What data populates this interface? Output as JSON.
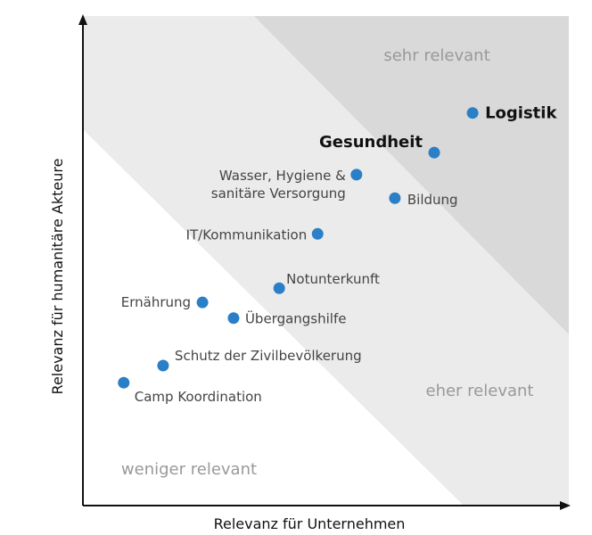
{
  "chart_data": {
    "type": "scatter",
    "title": "",
    "xlabel": "Relevanz für Unternehmen",
    "ylabel": "Relevanz für humanitäre Akteure",
    "xlim": [
      0,
      100
    ],
    "ylim": [
      0,
      100
    ],
    "grid": false,
    "point_color": "#2a7fc6",
    "zones": [
      {
        "label": "weniger relevant",
        "color": "#ffffff"
      },
      {
        "label": "eher relevant",
        "color": "#ebebeb"
      },
      {
        "label": "sehr relevant",
        "color": "#d9d9d9"
      }
    ],
    "points": [
      {
        "label": "Logistik",
        "x": 80.2,
        "y": 80.2,
        "bold": true
      },
      {
        "label": "Gesundheit",
        "x": 72.3,
        "y": 72.1,
        "bold": true
      },
      {
        "label": "Wasser, Hygiene &",
        "label2": "sanitäre Versorgung",
        "x": 56.3,
        "y": 67.6,
        "bold": false
      },
      {
        "label": "Bildung",
        "x": 64.2,
        "y": 62.8,
        "bold": false
      },
      {
        "label": "IT/Kommunikation",
        "x": 48.3,
        "y": 55.5,
        "bold": false
      },
      {
        "label": "Notunterkunft",
        "x": 40.4,
        "y": 44.4,
        "bold": false
      },
      {
        "label": "Ernährung",
        "x": 24.6,
        "y": 41.5,
        "bold": false
      },
      {
        "label": "Übergangshilfe",
        "x": 31.0,
        "y": 38.3,
        "bold": false
      },
      {
        "label": "Schutz der Zivilbevölkerung",
        "x": 16.5,
        "y": 28.6,
        "bold": false
      },
      {
        "label": "Camp Koordination",
        "x": 8.4,
        "y": 25.1,
        "bold": false
      }
    ]
  }
}
